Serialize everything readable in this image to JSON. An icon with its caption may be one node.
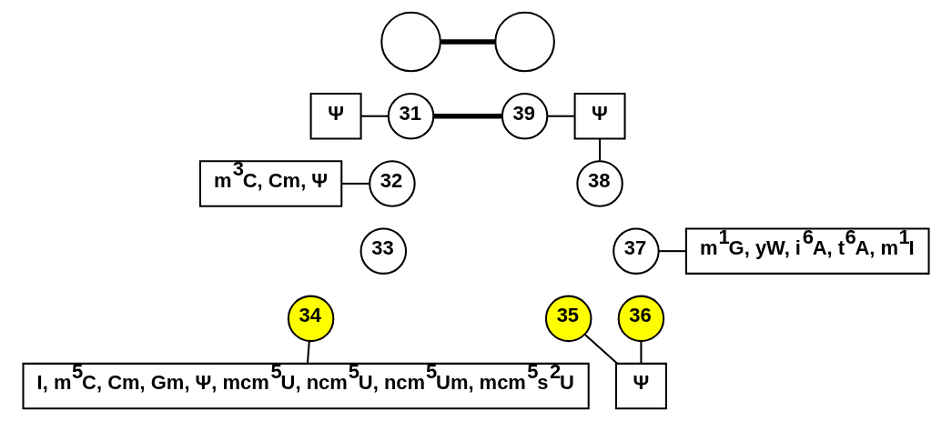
{
  "diagram": {
    "nodes": [
      {
        "text": [],
        "shape": "circle"
      },
      {
        "text": [],
        "shape": "circle"
      },
      {
        "text": [
          "Ψ"
        ]
      },
      {
        "text": [
          "31"
        ]
      },
      {
        "text": [
          "39"
        ]
      },
      {
        "text": [
          "Ψ"
        ]
      },
      {
        "text": [
          "m$^{3}$C, Cm, Ψ"
        ]
      },
      {
        "text": [
          "32"
        ]
      },
      {
        "text": [
          "38"
        ]
      },
      {
        "text": [
          "33"
        ]
      },
      {
        "text": [
          "37"
        ]
      },
      {
        "text": [
          "m$^{1}$G, yW, i$^{6}$A, t$^{6}$A, m$^{1}$I"
        ]
      },
      {
        "text": [
          "34"
        ]
      },
      {
        "text": [
          "35"
        ]
      },
      {
        "text": [
          "36"
        ]
      },
      {
        "text": [
          "I, m$^{5}$C, Cm, Gm, Ψ, mcm$^{5}$U, ncm$^{5}$U, ncm$^{5}$Um, mcm$^{5}$s$^{2}$U"
        ]
      },
      {
        "text": [
          "Ψ"
        ]
      }
    ],
    "edges": [
      {
        "from": 0,
        "to": 1,
        "arrow": "none",
        "style": "thick"
      },
      {
        "from": 2,
        "to": 3,
        "arrow": "none"
      },
      {
        "from": 3,
        "to": 4,
        "arrow": "none",
        "style": "thick"
      },
      {
        "from": 4,
        "to": 5,
        "arrow": "none"
      },
      {
        "from": 6,
        "to": 7,
        "arrow": "none"
      },
      {
        "from": 8,
        "to": 5,
        "arrow": "none"
      },
      {
        "from": 10,
        "to": 11,
        "arrow": "none"
      },
      {
        "from": 12,
        "to": 15,
        "arrow": "none"
      },
      {
        "from": 13,
        "to": 16,
        "arrow": "none"
      },
      {
        "from": 14,
        "to": 16,
        "arrow": "none"
      }
    ]
  }
}
